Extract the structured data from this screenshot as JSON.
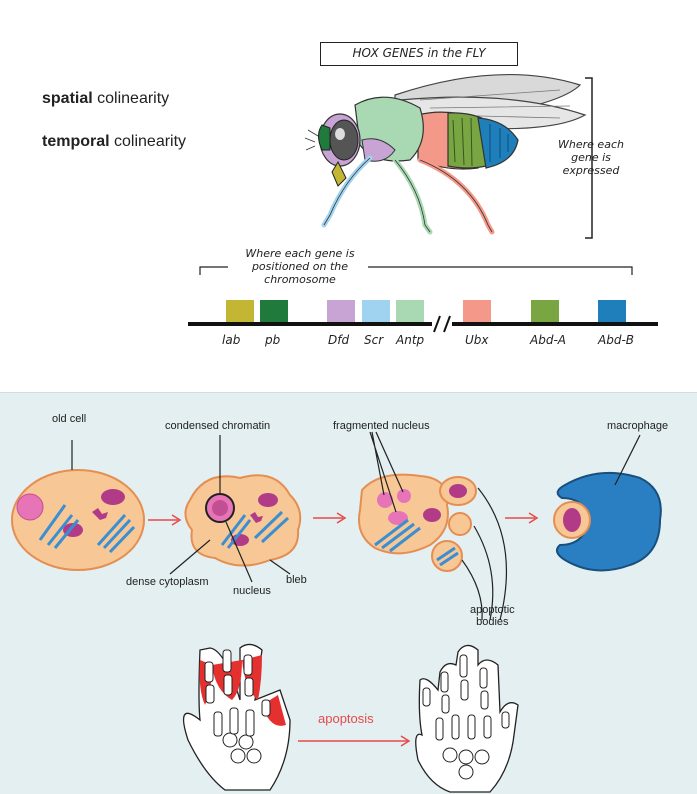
{
  "colinearity": {
    "spatial_bold": "spatial",
    "spatial_rest": " colinearity",
    "temporal_bold": "temporal",
    "temporal_rest": " colinearity"
  },
  "fly_title": "HOX GENES in the FLY",
  "where_expressed": [
    "Where each",
    "gene is",
    "expressed"
  ],
  "where_positioned": [
    "Where each gene is",
    "positioned on the",
    "chromosome"
  ],
  "genes": [
    {
      "name": "lab",
      "color": "#c2b632"
    },
    {
      "name": "pb",
      "color": "#1f7a3c"
    },
    {
      "name": "Dfd",
      "color": "#c8a4d4"
    },
    {
      "name": "Scr",
      "color": "#9fd3ef"
    },
    {
      "name": "Antp",
      "color": "#a9d9b2"
    },
    {
      "name": "Ubx",
      "color": "#f4998a"
    },
    {
      "name": "Abd-A",
      "color": "#7aa543"
    },
    {
      "name": "Abd-B",
      "color": "#1e7fba"
    }
  ],
  "apoptosis_labels": {
    "old_cell": "old cell",
    "condensed_chromatin": "condensed chromatin",
    "fragmented_nucleus": "fragmented nucleus",
    "macrophage": "macrophage",
    "dense_cytoplasm": "dense cytoplasm",
    "nucleus": "nucleus",
    "bleb": "bleb",
    "apoptotic_bodies_1": "apoptotic",
    "apoptotic_bodies_2": "bodies",
    "apoptosis": "apoptosis"
  },
  "colors": {
    "cell_fill": "#f7c896",
    "cell_stroke": "#e58e52",
    "nucleus": "#e874b8",
    "mito": "#b13b86",
    "er": "#3b8fd1",
    "macrophage": "#2a7fc2",
    "arrow": "#e64a4a",
    "web": "#e53030"
  }
}
